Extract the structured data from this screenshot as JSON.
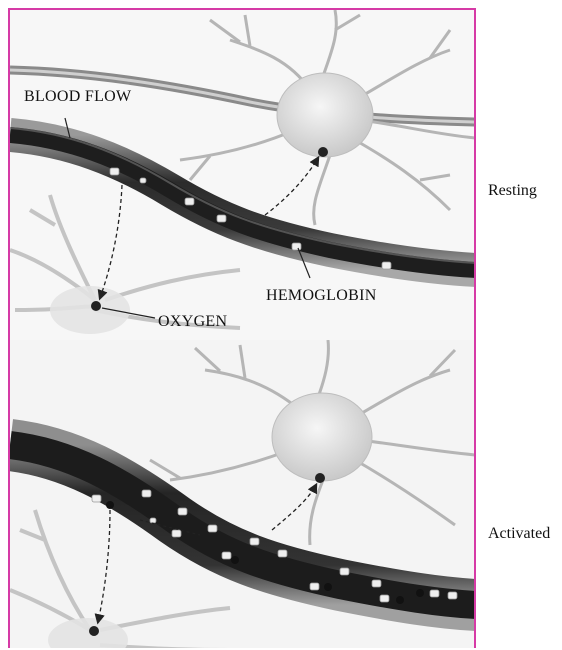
{
  "labels": {
    "blood_flow": "BLOOD  FLOW",
    "hemoglobin": "HEMOGLOBIN",
    "oxygen": "OXYGEN"
  },
  "states": {
    "resting": "Resting",
    "activated": "Activated"
  },
  "colors": {
    "frame_border": "#d63aa6",
    "vessel_dark": "#2a2a2a",
    "neuron_fill": "#dcdcdc"
  }
}
